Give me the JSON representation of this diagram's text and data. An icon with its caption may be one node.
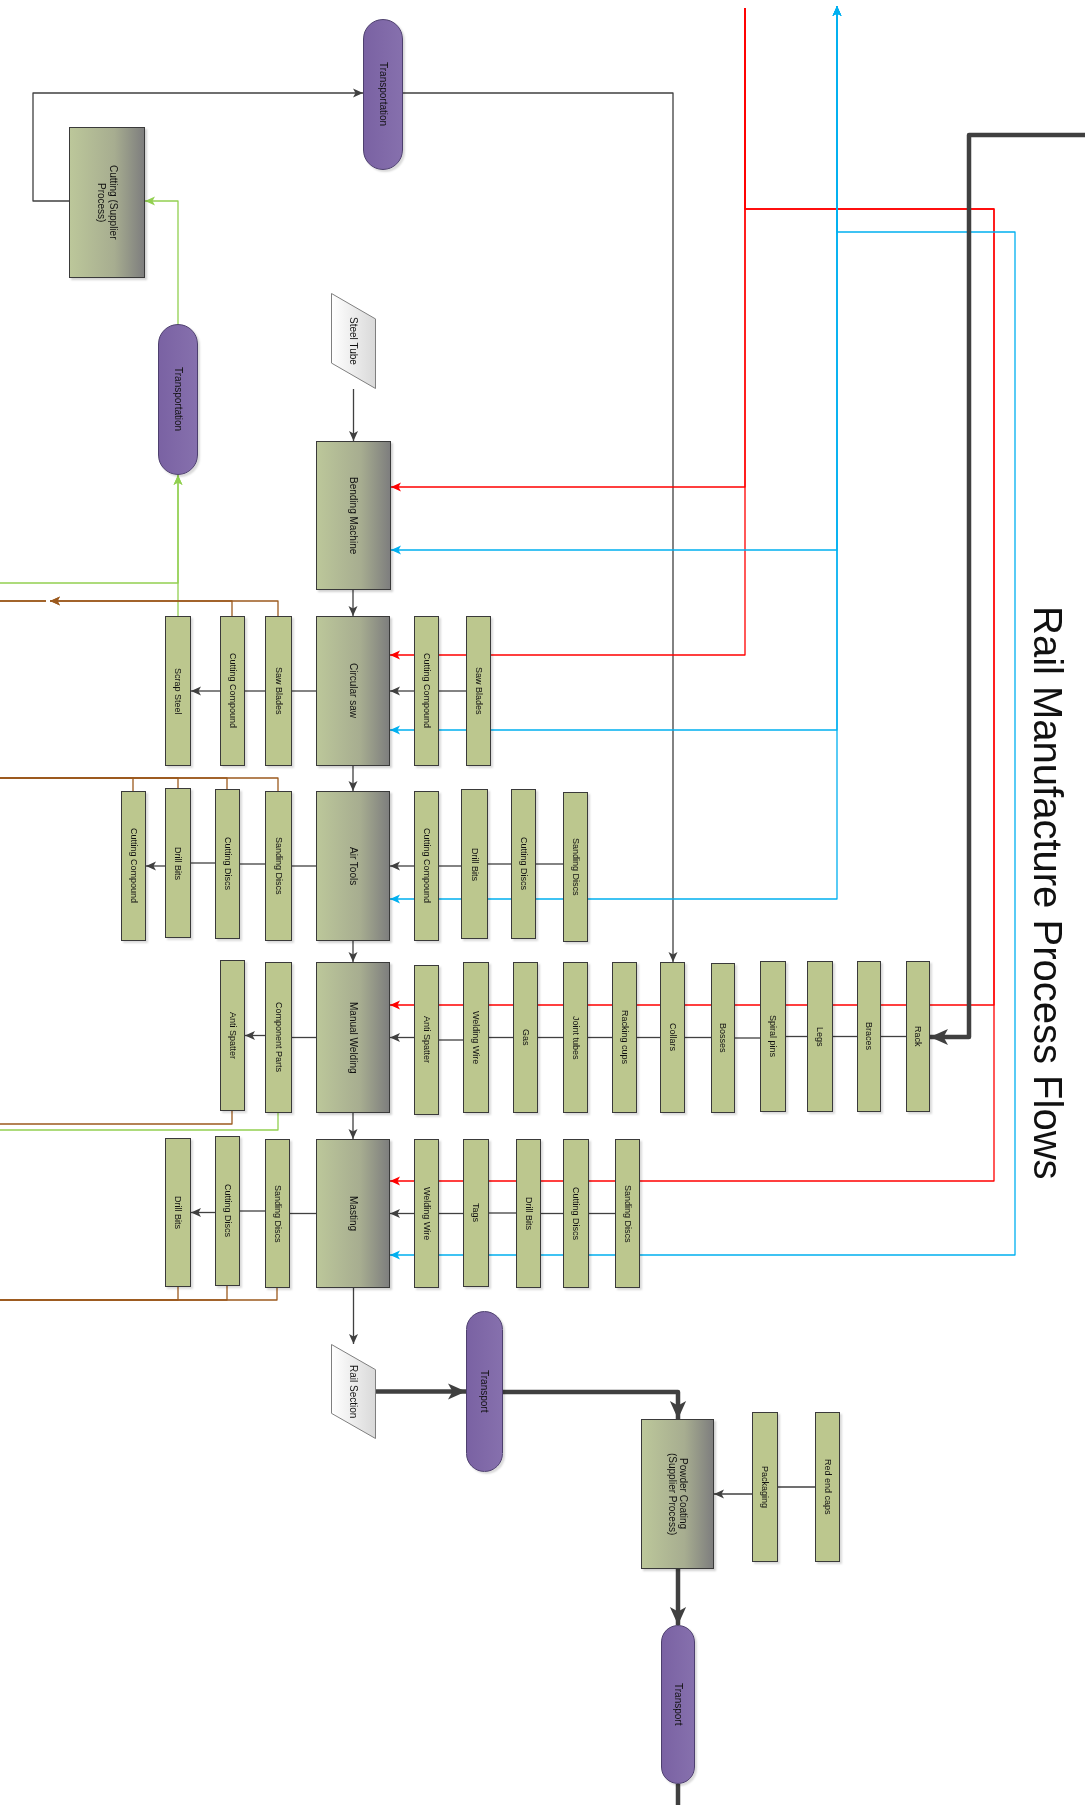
{
  "diagram": {
    "title": "Rail Manufacture Process Flows",
    "nodes": [
      {
        "text": [
          "Transportation"
        ]
      },
      {
        "text": [
          "Cutting (Supplier Process)"
        ]
      },
      {
        "text": [
          "Transportation"
        ]
      },
      {
        "text": [
          "Steel Tube"
        ]
      },
      {
        "text": [
          "Bending Machine"
        ]
      },
      {
        "text": [
          "Circular saw"
        ]
      },
      {
        "text": [
          "Cutting Compound"
        ]
      },
      {
        "text": [
          "Saw Blades"
        ]
      },
      {
        "text": [
          "Saw Blades"
        ]
      },
      {
        "text": [
          "Cutting Compound"
        ]
      },
      {
        "text": [
          "Scrap Steel"
        ]
      },
      {
        "text": [
          "Air Tools"
        ]
      },
      {
        "text": [
          "Cutting Compound"
        ]
      },
      {
        "text": [
          "Drill Bits"
        ]
      },
      {
        "text": [
          "Cutting Discs"
        ]
      },
      {
        "text": [
          "Sanding Discs"
        ]
      },
      {
        "text": [
          "Sanding Discs"
        ]
      },
      {
        "text": [
          "Cutting Discs"
        ]
      },
      {
        "text": [
          "Drill Bits"
        ]
      },
      {
        "text": [
          "Cutting Compound"
        ]
      },
      {
        "text": [
          "Manual Welding"
        ]
      },
      {
        "text": [
          "Anti Spatter"
        ]
      },
      {
        "text": [
          "Welding Wire"
        ]
      },
      {
        "text": [
          "Gas"
        ]
      },
      {
        "text": [
          "Joint tubes"
        ]
      },
      {
        "text": [
          "Racking cups"
        ]
      },
      {
        "text": [
          "Collars"
        ]
      },
      {
        "text": [
          "Bosses"
        ]
      },
      {
        "text": [
          "Spiral pins"
        ]
      },
      {
        "text": [
          "Legs"
        ]
      },
      {
        "text": [
          "Braces"
        ]
      },
      {
        "text": [
          "Rack"
        ]
      },
      {
        "text": [
          "Component Parts"
        ]
      },
      {
        "text": [
          "Anti Spatter"
        ]
      },
      {
        "text": [
          "Masting"
        ]
      },
      {
        "text": [
          "Welding Wire"
        ]
      },
      {
        "text": [
          "Tags"
        ]
      },
      {
        "text": [
          "Drill Bits"
        ]
      },
      {
        "text": [
          "Cutting Discs"
        ]
      },
      {
        "text": [
          "Sanding Discs"
        ]
      },
      {
        "text": [
          "Sanding Discs"
        ]
      },
      {
        "text": [
          "Cutting Discs"
        ]
      },
      {
        "text": [
          "Drill Bits"
        ]
      },
      {
        "text": [
          "Rail Section"
        ]
      },
      {
        "text": [
          "Transport"
        ]
      },
      {
        "text": [
          "Powder Coating (Supplier Process)"
        ]
      },
      {
        "text": [
          "Packaging"
        ]
      },
      {
        "text": [
          "Red end caps"
        ]
      },
      {
        "text": [
          "Transport"
        ]
      }
    ],
    "edges": [
      {
        "from": 3,
        "to": 4,
        "arrow": "to"
      },
      {
        "from": 4,
        "to": 5,
        "arrow": "to"
      },
      {
        "from": 5,
        "to": 11,
        "arrow": "to"
      },
      {
        "from": 11,
        "to": 20,
        "arrow": "to"
      },
      {
        "from": 20,
        "to": 34,
        "arrow": "to"
      },
      {
        "from": 34,
        "to": 43,
        "arrow": "to"
      },
      {
        "from": 43,
        "to": 44,
        "arrow": "to",
        "style": "thick"
      },
      {
        "from": 44,
        "to": 45,
        "arrow": "to",
        "style": "thick"
      },
      {
        "from": 45,
        "to": 48,
        "arrow": "to",
        "style": "thick"
      },
      {
        "from": 48,
        "to": null,
        "arrow": "none",
        "style": "thick"
      },
      {
        "from": 7,
        "to": 6,
        "arrow": "none"
      },
      {
        "from": 6,
        "to": 5,
        "arrow": "to"
      },
      {
        "from": 5,
        "to": 8,
        "arrow": "none"
      },
      {
        "from": 8,
        "to": 9,
        "arrow": "none"
      },
      {
        "from": 9,
        "to": 10,
        "arrow": "to"
      },
      {
        "from": 15,
        "to": 14,
        "arrow": "none"
      },
      {
        "from": 14,
        "to": 13,
        "arrow": "none"
      },
      {
        "from": 13,
        "to": 12,
        "arrow": "none"
      },
      {
        "from": 12,
        "to": 11,
        "arrow": "to"
      },
      {
        "from": 11,
        "to": 16,
        "arrow": "none"
      },
      {
        "from": 16,
        "to": 17,
        "arrow": "none"
      },
      {
        "from": 17,
        "to": 18,
        "arrow": "none"
      },
      {
        "from": 18,
        "to": 19,
        "arrow": "to"
      },
      {
        "from": 31,
        "to": 30,
        "arrow": "none"
      },
      {
        "from": 30,
        "to": 29,
        "arrow": "none"
      },
      {
        "from": 29,
        "to": 28,
        "arrow": "none"
      },
      {
        "from": 28,
        "to": 27,
        "arrow": "none"
      },
      {
        "from": 27,
        "to": 26,
        "arrow": "none"
      },
      {
        "from": 26,
        "to": 25,
        "arrow": "none"
      },
      {
        "from": 25,
        "to": 24,
        "arrow": "none"
      },
      {
        "from": 24,
        "to": 23,
        "arrow": "none"
      },
      {
        "from": 23,
        "to": 22,
        "arrow": "none"
      },
      {
        "from": 22,
        "to": 21,
        "arrow": "none"
      },
      {
        "from": 21,
        "to": 20,
        "arrow": "to"
      },
      {
        "from": 20,
        "to": 32,
        "arrow": "none"
      },
      {
        "from": 32,
        "to": 33,
        "arrow": "to"
      },
      {
        "from": 39,
        "to": 38,
        "arrow": "none"
      },
      {
        "from": 38,
        "to": 37,
        "arrow": "none"
      },
      {
        "from": 37,
        "to": 36,
        "arrow": "none"
      },
      {
        "from": 36,
        "to": 35,
        "arrow": "none"
      },
      {
        "from": 35,
        "to": 34,
        "arrow": "to"
      },
      {
        "from": 34,
        "to": 40,
        "arrow": "none"
      },
      {
        "from": 40,
        "to": 41,
        "arrow": "none"
      },
      {
        "from": 41,
        "to": 42,
        "arrow": "to"
      },
      {
        "from": 47,
        "to": 46,
        "arrow": "none"
      },
      {
        "from": 46,
        "to": 45,
        "arrow": "to"
      },
      {
        "from": 10,
        "to": 2,
        "arrow": "to",
        "color": "#92d050"
      },
      {
        "from": null,
        "to": 2,
        "arrow": "to",
        "color": "#92d050"
      },
      {
        "from": 32,
        "to": null,
        "arrow": "none",
        "color": "#92d050"
      },
      {
        "from": 2,
        "to": 1,
        "arrow": "to",
        "color": "#92d050"
      },
      {
        "from": 1,
        "to": 0,
        "arrow": "to"
      },
      {
        "from": 0,
        "to": 26,
        "arrow": "to"
      },
      {
        "from": 8,
        "to": null,
        "arrow": "to",
        "color": "#9c5a1e"
      },
      {
        "from": 9,
        "to": null,
        "arrow": "to",
        "color": "#9c5a1e"
      },
      {
        "from": 16,
        "to": null,
        "arrow": "none",
        "color": "#9c5a1e"
      },
      {
        "from": 17,
        "to": null,
        "arrow": "none",
        "color": "#9c5a1e"
      },
      {
        "from": 18,
        "to": null,
        "arrow": "none",
        "color": "#9c5a1e"
      },
      {
        "from": 19,
        "to": null,
        "arrow": "none",
        "color": "#9c5a1e"
      },
      {
        "from": 33,
        "to": null,
        "arrow": "none",
        "color": "#9c5a1e"
      },
      {
        "from": 40,
        "to": null,
        "arrow": "none",
        "color": "#9c5a1e"
      },
      {
        "from": 41,
        "to": null,
        "arrow": "none",
        "color": "#9c5a1e"
      },
      {
        "from": 42,
        "to": null,
        "arrow": "none",
        "color": "#9c5a1e"
      },
      {
        "from": null,
        "to": 4,
        "arrow": "to",
        "color": "#ff0000"
      },
      {
        "from": null,
        "to": 5,
        "arrow": "to",
        "color": "#ff0000"
      },
      {
        "from": null,
        "to": 20,
        "arrow": "to",
        "color": "#ff0000"
      },
      {
        "from": null,
        "to": 34,
        "arrow": "to",
        "color": "#ff0000"
      },
      {
        "from": null,
        "to": 4,
        "arrow": "both",
        "color": "#00b0f0"
      },
      {
        "from": null,
        "to": 5,
        "arrow": "both",
        "color": "#00b0f0"
      },
      {
        "from": null,
        "to": 11,
        "arrow": "both",
        "color": "#00b0f0"
      },
      {
        "from": null,
        "to": 34,
        "arrow": "both",
        "color": "#00b0f0"
      },
      {
        "from": null,
        "to": 31,
        "arrow": "to",
        "style": "thick"
      }
    ]
  }
}
